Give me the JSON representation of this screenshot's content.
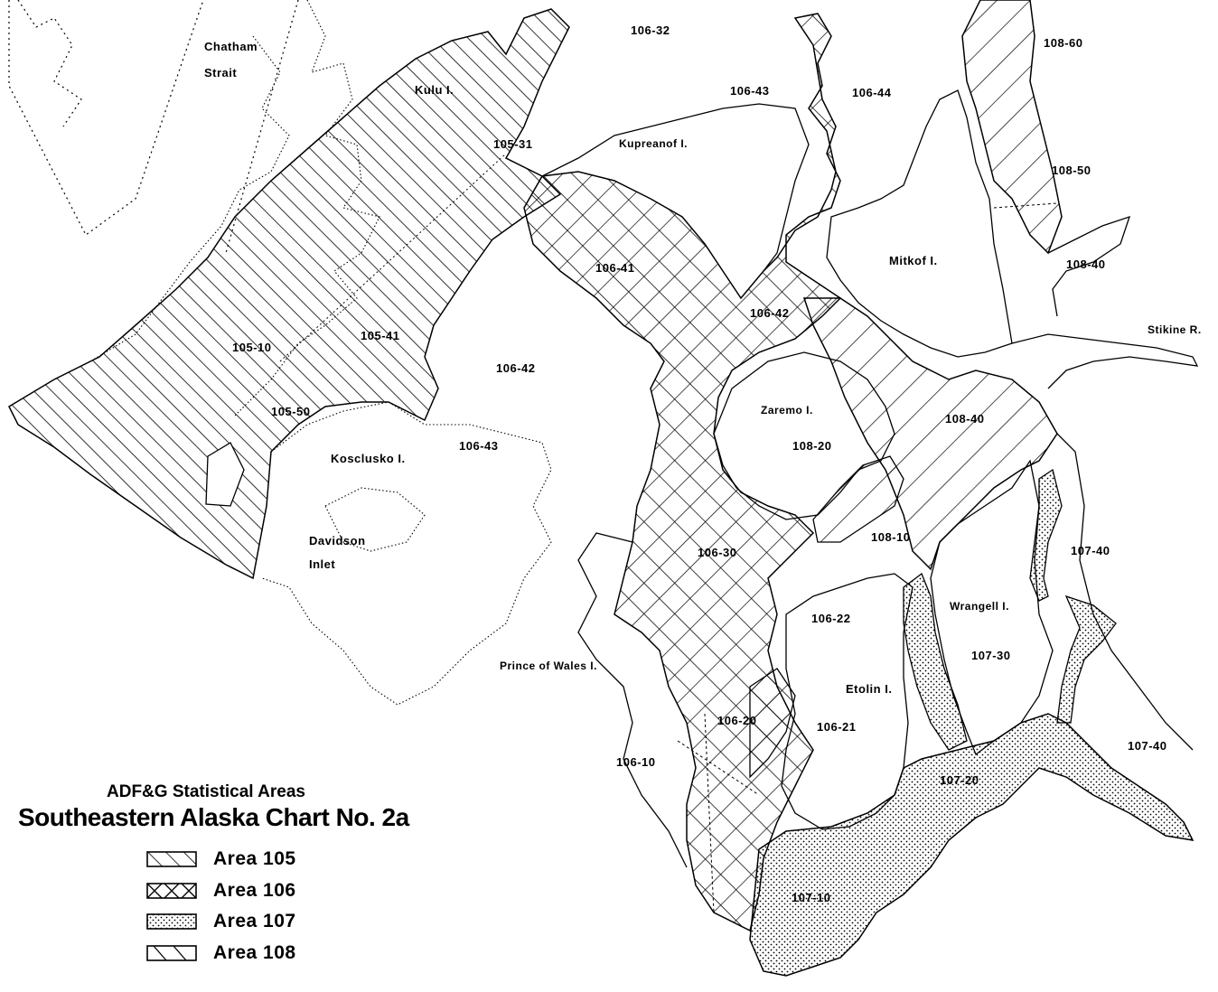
{
  "map": {
    "labels": [
      {
        "id": "chatham",
        "text": "Chatham"
      },
      {
        "id": "strait",
        "text": "Strait"
      },
      {
        "id": "kulu",
        "text": "Kulu I."
      },
      {
        "id": "kupreanof",
        "text": "Kupreanof I."
      },
      {
        "id": "mitkof",
        "text": "Mitkof I."
      },
      {
        "id": "stikine",
        "text": "Stikine R."
      },
      {
        "id": "zarembo",
        "text": "Zaremo I."
      },
      {
        "id": "kosciusko",
        "text": "Kosclusko I."
      },
      {
        "id": "davidson",
        "text": "Davidson"
      },
      {
        "id": "inlet",
        "text": "Inlet"
      },
      {
        "id": "pow",
        "text": "Prince of Wales I."
      },
      {
        "id": "etolin",
        "text": "Etolin I."
      },
      {
        "id": "wrangell",
        "text": "Wrangell I."
      },
      {
        "id": "a106_32",
        "text": "106-32"
      },
      {
        "id": "a106_43a",
        "text": "106-43"
      },
      {
        "id": "a106_44",
        "text": "106-44"
      },
      {
        "id": "a108_60",
        "text": "108-60"
      },
      {
        "id": "a105_31",
        "text": "105-31"
      },
      {
        "id": "a108_50",
        "text": "108-50"
      },
      {
        "id": "a106_41a",
        "text": "106-41"
      },
      {
        "id": "a106_42a",
        "text": "106-42"
      },
      {
        "id": "a108_40a",
        "text": "108-40"
      },
      {
        "id": "a105_10",
        "text": "105-10"
      },
      {
        "id": "a105_41",
        "text": "105-41"
      },
      {
        "id": "a106_42b",
        "text": "106-42"
      },
      {
        "id": "a105_50",
        "text": "105-50"
      },
      {
        "id": "a106_43b",
        "text": "106-43"
      },
      {
        "id": "a108_40b",
        "text": "108-40"
      },
      {
        "id": "a108_20",
        "text": "108-20"
      },
      {
        "id": "a108_10",
        "text": "108-10"
      },
      {
        "id": "a106_30",
        "text": "106-30"
      },
      {
        "id": "a107_40a",
        "text": "107-40"
      },
      {
        "id": "a106_22",
        "text": "106-22"
      },
      {
        "id": "a107_30",
        "text": "107-30"
      },
      {
        "id": "a106_20",
        "text": "106-20"
      },
      {
        "id": "a106_21",
        "text": "106-21"
      },
      {
        "id": "a106_10",
        "text": "106-10"
      },
      {
        "id": "a107_40b",
        "text": "107-40"
      },
      {
        "id": "a107_20",
        "text": "107-20"
      },
      {
        "id": "a107_10",
        "text": "107-10"
      }
    ]
  },
  "legend": {
    "title": "ADF&G Statistical Areas",
    "subtitle": "Southeastern Alaska Chart No. 2a",
    "items": [
      {
        "label": "Area 105",
        "pattern": "hatch-105"
      },
      {
        "label": "Area 106",
        "pattern": "cross-106"
      },
      {
        "label": "Area 107",
        "pattern": "dots-107"
      },
      {
        "label": "Area 108",
        "pattern": "hatch-108"
      }
    ]
  }
}
